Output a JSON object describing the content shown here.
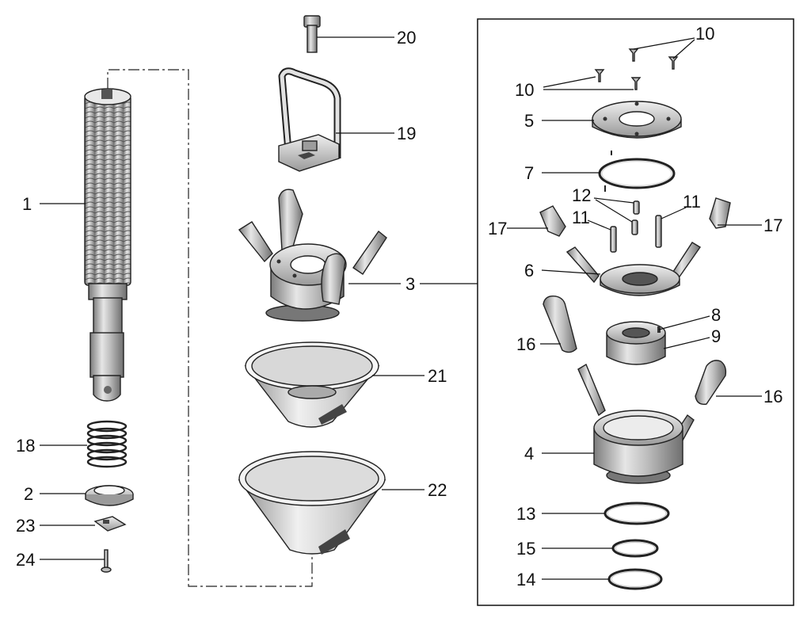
{
  "callouts": {
    "c1": "1",
    "c2": "2",
    "c3": "3",
    "c4": "4",
    "c5": "5",
    "c6": "6",
    "c7": "7",
    "c8": "8",
    "c9": "9",
    "c10a": "10",
    "c10b": "10",
    "c11a": "11",
    "c11b": "11",
    "c12": "12",
    "c13": "13",
    "c14": "14",
    "c15": "15",
    "c16a": "16",
    "c16b": "16",
    "c17a": "17",
    "c17b": "17",
    "c18": "18",
    "c19": "19",
    "c20": "20",
    "c21": "21",
    "c22": "22",
    "c23": "23",
    "c24": "24"
  }
}
